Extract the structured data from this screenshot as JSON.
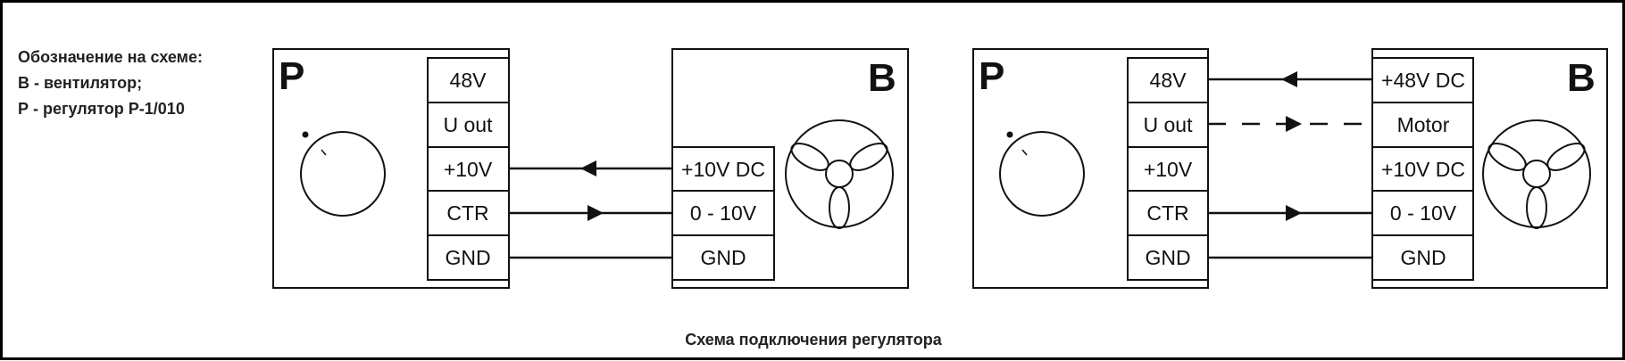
{
  "legend": {
    "title": "Обозначение на схеме:",
    "line_b": "В - вентилятор;",
    "line_p": "Р - регулятор Р-1/010"
  },
  "caption": "Схема подключения регулятора",
  "diagram_1": {
    "regulator_letter": "P",
    "fan_letter": "B",
    "regulator_terminals": [
      "48V",
      "U out",
      "+10V",
      "CTR",
      "GND"
    ],
    "fan_terminals": [
      "+10V DC",
      "0 - 10V",
      "GND"
    ]
  },
  "diagram_2": {
    "regulator_letter": "P",
    "fan_letter": "B",
    "regulator_terminals": [
      "48V",
      "U out",
      "+10V",
      "CTR",
      "GND"
    ],
    "fan_terminals": [
      "+48V DC",
      "Motor",
      "+10V DC",
      "0 - 10V",
      "GND"
    ]
  }
}
